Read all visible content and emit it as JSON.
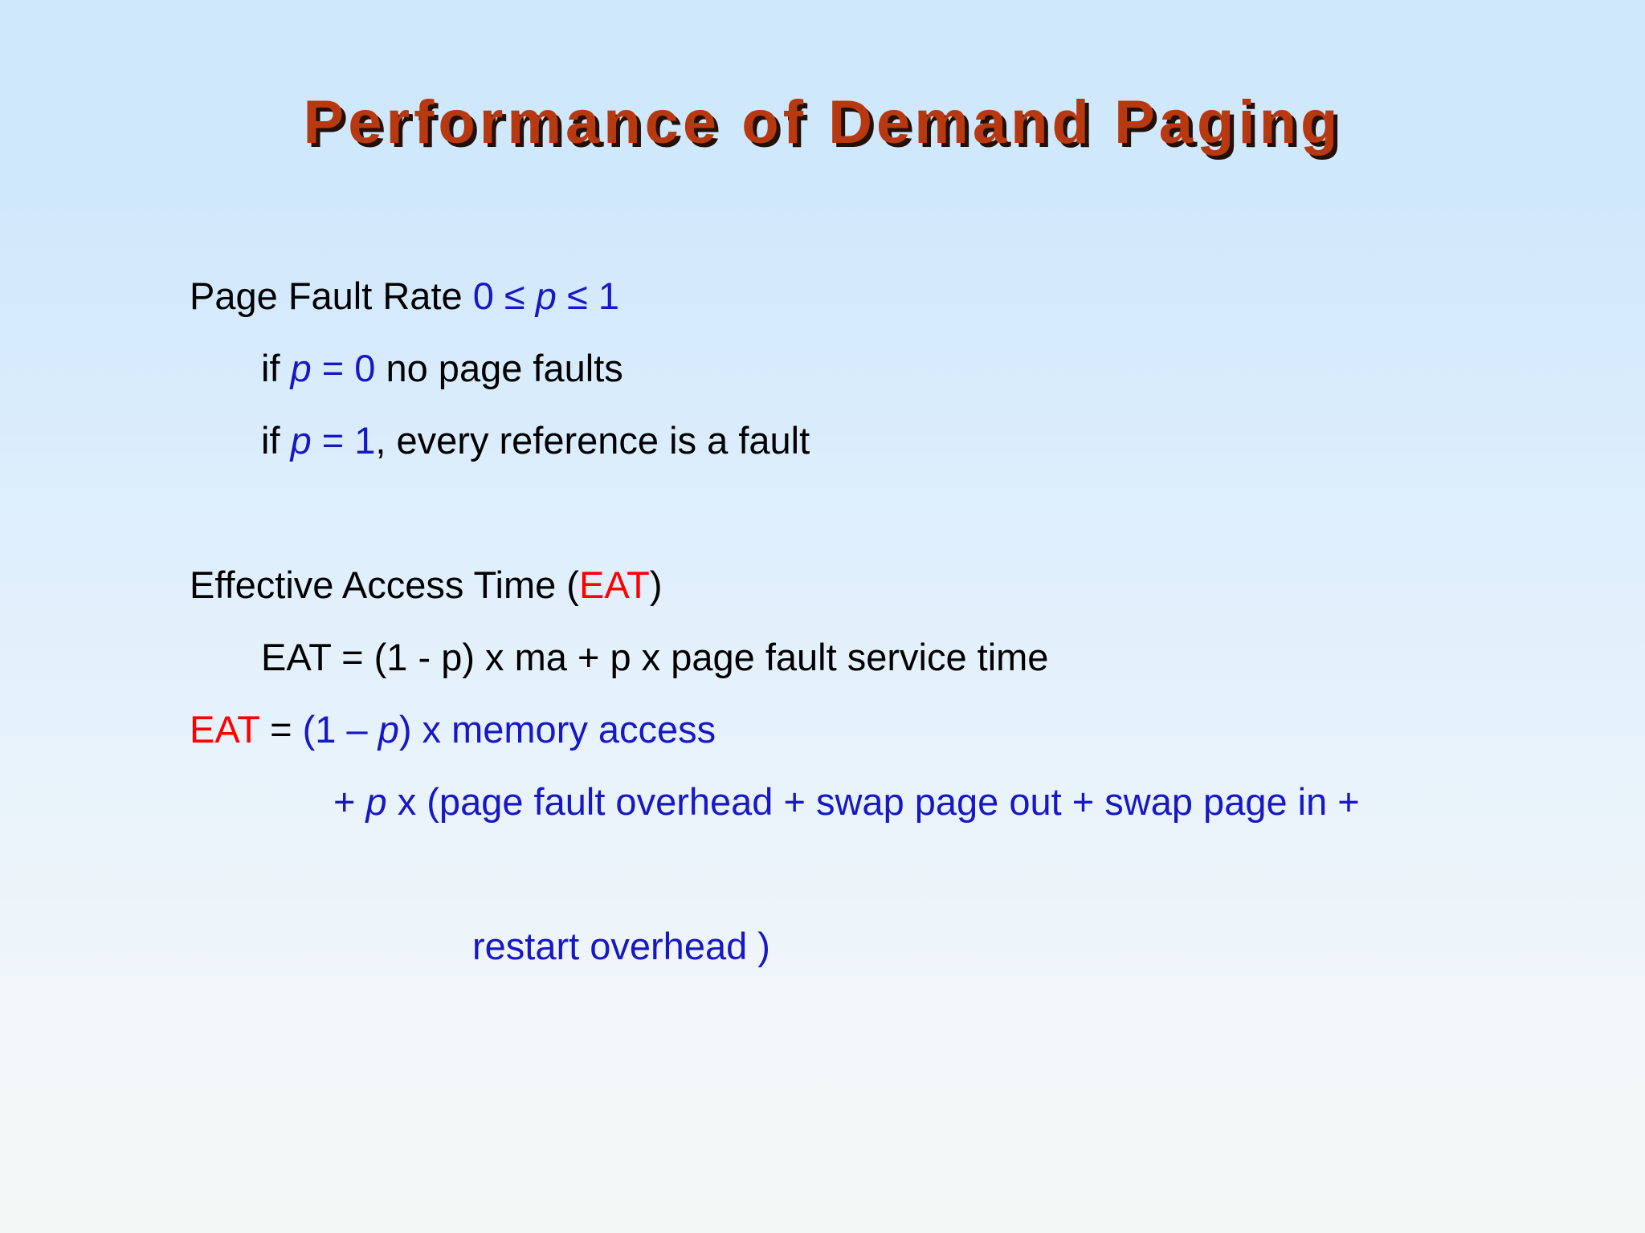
{
  "slide": {
    "title": "Performance of Demand Paging",
    "title_color": "#b8380f",
    "title_shadow_color": "#231008",
    "background_top_color": "#cfe8fb",
    "background_bottom_color": "#f3f7f6",
    "body_text_color": "#000000",
    "accent_blue": "#1717c4",
    "accent_red": "#ff0000"
  },
  "body": {
    "line1": {
      "seg1": "Page Fault Rate ",
      "seg2": "0 ",
      "seg3": "≤",
      "seg4": " ",
      "seg5": "p",
      "seg6": " ",
      "seg7": "≤",
      "seg8": " 1"
    },
    "line2": {
      "seg1": "if ",
      "seg2": "p",
      "seg3": " = 0",
      "seg4": " no page faults"
    },
    "line3": {
      "seg1": "if ",
      "seg2": "p",
      "seg3": " = 1",
      "seg4": ", every reference is a fault"
    },
    "line4": {
      "seg1": "Effective Access Time (",
      "seg2": "EAT",
      "seg3": ")"
    },
    "line5": {
      "seg1": "EAT = (1 - p) x ma + p x page fault service time"
    },
    "line6": {
      "seg1": "EAT",
      "seg2": " = ",
      "seg3": "(1 – ",
      "seg4": "p",
      "seg5": ") x memory access"
    },
    "line7": {
      "seg1": "+ ",
      "seg2": "p",
      "seg3": " x (page fault overhead + swap page out + swap page in +"
    },
    "line8": {
      "seg1": "restart overhead )"
    }
  }
}
